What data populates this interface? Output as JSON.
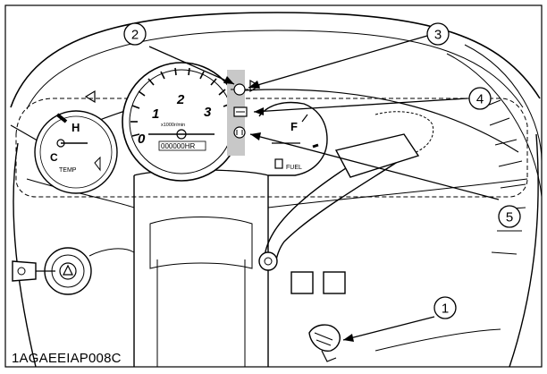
{
  "figure_code": "1AGAEEIAP008C",
  "callouts": [
    "1",
    "2",
    "3",
    "4",
    "5"
  ],
  "gauges": {
    "temp": {
      "hot": "H",
      "cold": "C",
      "label": "TEMP"
    },
    "tach": {
      "ticks": [
        "0",
        "1",
        "2",
        "3"
      ],
      "unit": "x1000r/min",
      "counter": "000000HR"
    },
    "fuel": {
      "full": "F",
      "label": "FUEL"
    }
  }
}
